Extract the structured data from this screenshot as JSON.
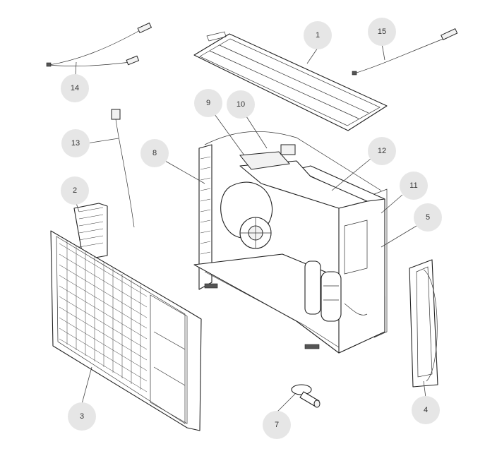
{
  "callouts": [
    {
      "id": "1",
      "label": "1"
    },
    {
      "id": "2",
      "label": "2"
    },
    {
      "id": "3",
      "label": "3"
    },
    {
      "id": "4",
      "label": "4"
    },
    {
      "id": "5",
      "label": "5"
    },
    {
      "id": "7",
      "label": "7"
    },
    {
      "id": "8",
      "label": "8"
    },
    {
      "id": "9",
      "label": "9"
    },
    {
      "id": "10",
      "label": "10"
    },
    {
      "id": "11",
      "label": "11"
    },
    {
      "id": "12",
      "label": "12"
    },
    {
      "id": "13",
      "label": "13"
    },
    {
      "id": "14",
      "label": "14"
    },
    {
      "id": "15",
      "label": "15"
    }
  ]
}
